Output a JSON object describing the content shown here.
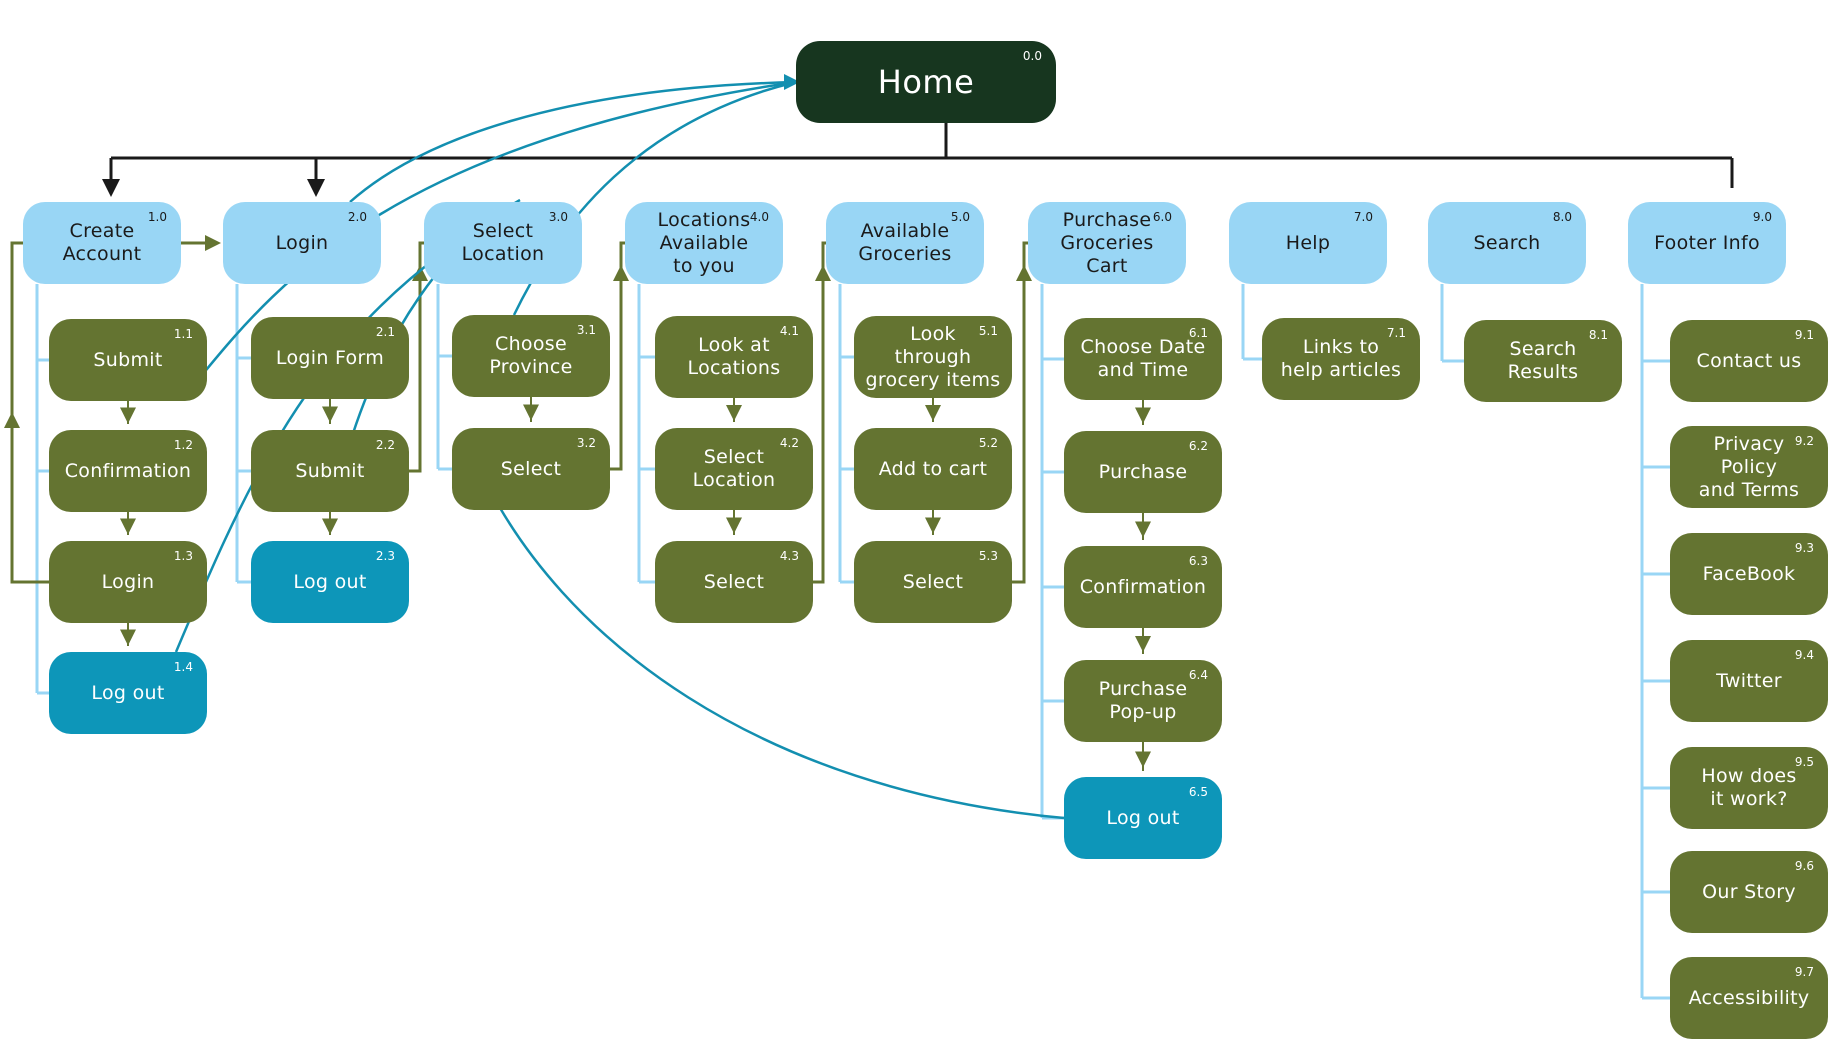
{
  "colors": {
    "home": "#17361f",
    "section": "#99d6f5",
    "page": "#647431",
    "logout": "#0d96b9",
    "connector_dark": "#1a1a1a",
    "connector_light": "#99d6f5",
    "connector_green": "#647431",
    "connector_teal": "#138fb0"
  },
  "home": {
    "label": "Home",
    "num": "0.0"
  },
  "sections": [
    {
      "key": "s1",
      "label": "Create Account",
      "num": "1.0",
      "children": [
        {
          "label": "Submit",
          "num": "1.1",
          "kind": "page"
        },
        {
          "label": "Confirmation",
          "num": "1.2",
          "kind": "page"
        },
        {
          "label": "Login",
          "num": "1.3",
          "kind": "page"
        },
        {
          "label": "Log out",
          "num": "1.4",
          "kind": "logout"
        }
      ]
    },
    {
      "key": "s2",
      "label": "Login",
      "num": "2.0",
      "children": [
        {
          "label": "Login Form",
          "num": "2.1",
          "kind": "page"
        },
        {
          "label": "Submit",
          "num": "2.2",
          "kind": "page"
        },
        {
          "label": "Log out",
          "num": "2.3",
          "kind": "logout"
        }
      ]
    },
    {
      "key": "s3",
      "label": "Select Location",
      "num": "3.0",
      "children": [
        {
          "label": "Choose Province",
          "num": "3.1",
          "kind": "page"
        },
        {
          "label": "Select",
          "num": "3.2",
          "kind": "page"
        }
      ]
    },
    {
      "key": "s4",
      "label": "Locations Available to you",
      "num": "4.0",
      "children": [
        {
          "label": "Look at Locations",
          "num": "4.1",
          "kind": "page"
        },
        {
          "label": "Select Location",
          "num": "4.2",
          "kind": "page"
        },
        {
          "label": "Select",
          "num": "4.3",
          "kind": "page"
        }
      ]
    },
    {
      "key": "s5",
      "label": "Available Groceries",
      "num": "5.0",
      "children": [
        {
          "label": "Look through grocery items",
          "num": "5.1",
          "kind": "page"
        },
        {
          "label": "Add to cart",
          "num": "5.2",
          "kind": "page"
        },
        {
          "label": "Select",
          "num": "5.3",
          "kind": "page"
        }
      ]
    },
    {
      "key": "s6",
      "label": "Purchase Groceries Cart",
      "num": "6.0",
      "children": [
        {
          "label": "Choose Date and Time",
          "num": "6.1",
          "kind": "page"
        },
        {
          "label": "Purchase",
          "num": "6.2",
          "kind": "page"
        },
        {
          "label": "Confirmation",
          "num": "6.3",
          "kind": "page"
        },
        {
          "label": "Purchase Pop-up",
          "num": "6.4",
          "kind": "page"
        },
        {
          "label": "Log out",
          "num": "6.5",
          "kind": "logout"
        }
      ]
    },
    {
      "key": "s7",
      "label": "Help",
      "num": "7.0",
      "children": [
        {
          "label": "Links to help articles",
          "num": "7.1",
          "kind": "page"
        }
      ]
    },
    {
      "key": "s8",
      "label": "Search",
      "num": "8.0",
      "children": [
        {
          "label": "Search Results",
          "num": "8.1",
          "kind": "page"
        }
      ]
    },
    {
      "key": "s9",
      "label": "Footer Info",
      "num": "9.0",
      "children": [
        {
          "label": "Contact us",
          "num": "9.1",
          "kind": "page"
        },
        {
          "label": "Privacy Policy and Terms",
          "num": "9.2",
          "kind": "page"
        },
        {
          "label": "FaceBook",
          "num": "9.3",
          "kind": "page"
        },
        {
          "label": "Twitter",
          "num": "9.4",
          "kind": "page"
        },
        {
          "label": "How does it work?",
          "num": "9.5",
          "kind": "page"
        },
        {
          "label": "Our Story",
          "num": "9.6",
          "kind": "page"
        },
        {
          "label": "Accessibility",
          "num": "9.7",
          "kind": "page"
        }
      ]
    }
  ]
}
